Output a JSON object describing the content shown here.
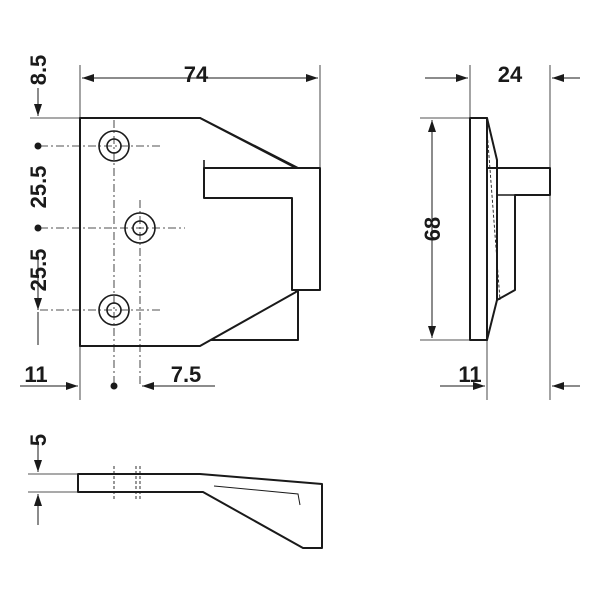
{
  "dimensions": {
    "width_top": "74",
    "top_offset": "8.5",
    "hole_spacing_1": "25.5",
    "hole_spacing_2": "25.5",
    "left_offset": "11",
    "hole_offset": "7.5",
    "side_height": "68",
    "side_depth": "24",
    "side_plate": "11",
    "plate_thickness": "5"
  }
}
